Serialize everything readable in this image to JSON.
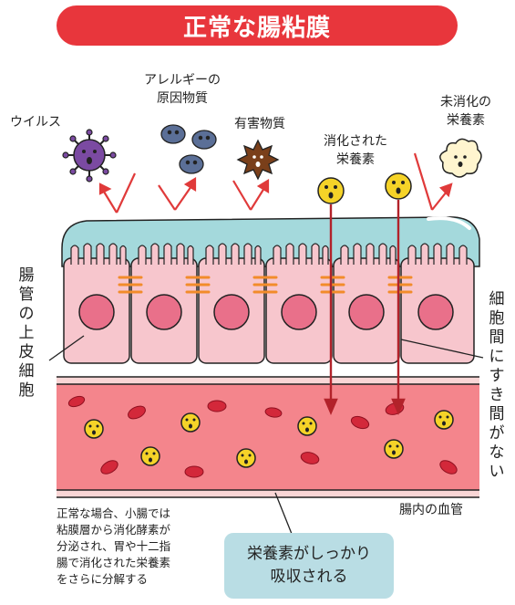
{
  "title": "正常な腸粘膜",
  "labels": {
    "virus": "ウイルス",
    "allergen_line1": "アレルギーの",
    "allergen_line2": "原因物質",
    "harmful": "有害物質",
    "digested_line1": "消化された",
    "digested_line2": "栄養素",
    "undigested_line1": "未消化の",
    "undigested_line2": "栄養素",
    "epithelial": "腸管の上皮細胞",
    "no_gap": "細胞間にすき間がない",
    "vessel": "腸内の血管"
  },
  "note": {
    "line1": "正常な場合、小腸では",
    "line2": "粘膜層から消化酵素が",
    "line3": "分泌され、胃や十二指",
    "line4": "腸で消化された栄養素",
    "line5": "をさらに分解する"
  },
  "callout": {
    "line1": "栄養素がしっかり",
    "line2": "吸収される"
  },
  "colors": {
    "title_bg": "#e8363c",
    "mucus": "#a4d9dc",
    "cell": "#f7c6cd",
    "nucleus": "#e9708a",
    "junction": "#f28c2a",
    "vessel": "#f4858c",
    "arrow": "#e03a3a",
    "nutrient": "#f5d328",
    "callout_bg": "#b9dde4"
  }
}
